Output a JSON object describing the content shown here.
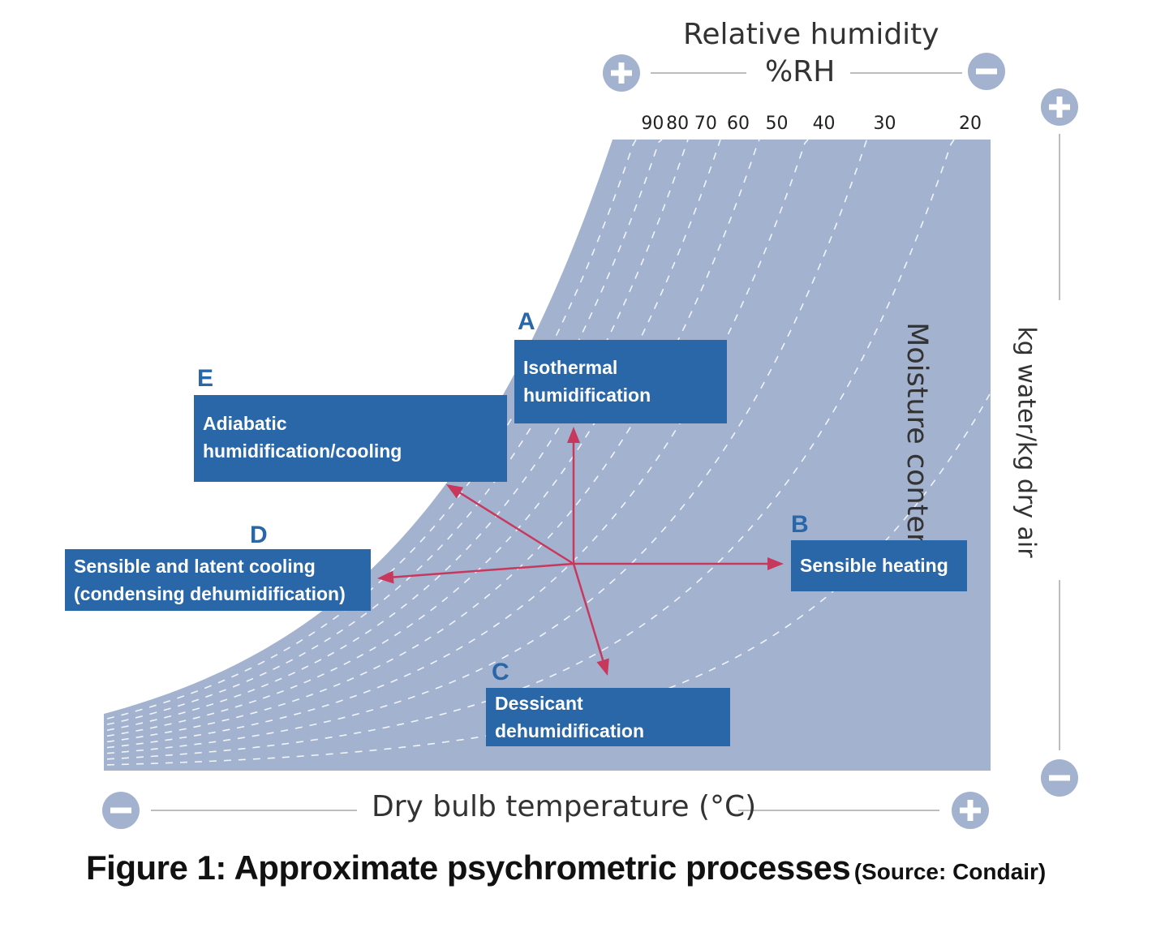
{
  "rh_axis": {
    "title": "Relative humidity",
    "unit": "%RH",
    "labels": [
      "90",
      "80",
      "70",
      "60",
      "50",
      "40",
      "30",
      "20"
    ],
    "curve_values": [
      90,
      80,
      70,
      60,
      50,
      40,
      30,
      20,
      10
    ],
    "left_sign": "plus",
    "right_sign": "minus"
  },
  "x_axis": {
    "title": "Dry bulb temperature (°C)",
    "left_sign": "minus",
    "right_sign": "plus"
  },
  "y_axis": {
    "title": "Moisture content",
    "unit": "kg water/kg dry air",
    "top_sign": "plus",
    "bottom_sign": "minus"
  },
  "processes": [
    {
      "letter": "A",
      "label_line1": "Isothermal",
      "label_line2": "humidification"
    },
    {
      "letter": "B",
      "label_line1": "Sensible heating",
      "label_line2": ""
    },
    {
      "letter": "C",
      "label_line1": "Dessicant",
      "label_line2": "dehumidification"
    },
    {
      "letter": "D",
      "label_line1": "Sensible and latent cooling",
      "label_line2": "(condensing dehumidification)"
    },
    {
      "letter": "E",
      "label_line1": "Adiabatic",
      "label_line2": "humidification/cooling"
    }
  ],
  "caption": {
    "main": "Figure 1: Approximate psychrometric processes",
    "source": "(Source: Condair)"
  },
  "colors": {
    "chart_fill": "#a3b2cf",
    "box": "#2967a8",
    "arrow": "#c8385c",
    "sign": "#a3b2cf"
  }
}
